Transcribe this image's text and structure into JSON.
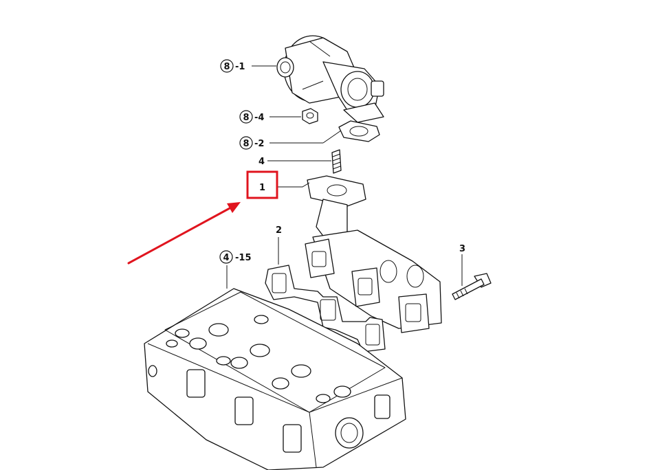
{
  "callouts": [
    {
      "circle": "8",
      "suffix": "-1"
    },
    {
      "circle": "8",
      "suffix": "-4"
    },
    {
      "circle": "8",
      "suffix": "-2"
    },
    {
      "circle": "",
      "suffix": "4"
    },
    {
      "circle": "",
      "suffix": "1"
    },
    {
      "circle": "",
      "suffix": "2"
    },
    {
      "circle": "4",
      "suffix": "-15"
    },
    {
      "circle": "",
      "suffix": "3"
    }
  ],
  "highlight": {
    "color": "#e0141e",
    "target": "1"
  },
  "arrow": {
    "color": "#e0141e"
  }
}
